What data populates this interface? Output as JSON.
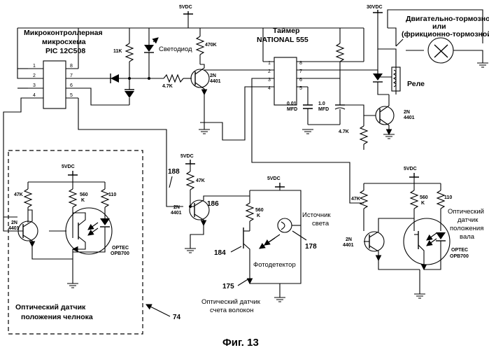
{
  "supply": {
    "v5": "5VDC",
    "v30": "30VDC"
  },
  "microcontroller": {
    "line1": "Микроконтроллерная",
    "line2": "микросхема",
    "line3": "PIC 12C508",
    "pins": [
      "1",
      "2",
      "3",
      "4",
      "8",
      "7",
      "6",
      "5"
    ]
  },
  "timer": {
    "line1": "Таймер",
    "line2": "NATIONAL 555",
    "pins": [
      "1",
      "2",
      "3",
      "4",
      "8",
      "7",
      "6",
      "5"
    ]
  },
  "components": {
    "r11k": "11K",
    "led": "Светодиод",
    "r470k": "470K",
    "r4_7k_a": "4.7K",
    "q_main_a": "2N",
    "q_main_b": "4401",
    "cap_small_a": "0.01",
    "cap_small_b": "MFD",
    "cap_big_a": "1.0",
    "cap_big_b": "MFD",
    "r4_7k_b": "4.7K",
    "q_relay_a": "2N",
    "q_relay_b": "4401",
    "relay": "Реле",
    "motor_line1": "Двигательно-тормозной",
    "motor_line2": "или",
    "motor_line3": "(фрикционно-тормозной )"
  },
  "shuttle_sensor": {
    "r47k": "47K",
    "r560_a": "560",
    "r560_b": "K",
    "r110": "110",
    "q_a": "2N",
    "q_b": "4401",
    "optec_a": "OPTEC",
    "optec_b": "OPB700",
    "caption1": "Оптический датчик",
    "caption2": "положения челнока",
    "ref": "74"
  },
  "fiber_sensor": {
    "r47k": "47K",
    "q_a": "2N",
    "q_b": "4401",
    "r560_a": "560",
    "r560_b": "K",
    "light_a": "Источник",
    "light_b": "света",
    "photodetector": "Фотодетектор",
    "caption1": "Оптический датчик",
    "caption2": "счета волокон",
    "ref188": "188",
    "ref186": "186",
    "ref184": "184",
    "ref178": "178",
    "ref175": "175"
  },
  "shaft_sensor": {
    "r47k": "47K",
    "r560_a": "560",
    "r560_b": "K",
    "r110": "110",
    "q_a": "2N",
    "q_b": "4401",
    "caption1": "Оптический",
    "caption2": "датчик",
    "caption3": "положения",
    "caption4": "вала",
    "optec_a": "OPTEC",
    "optec_b": "OPB700"
  },
  "figure_caption": "Фиг. 13"
}
